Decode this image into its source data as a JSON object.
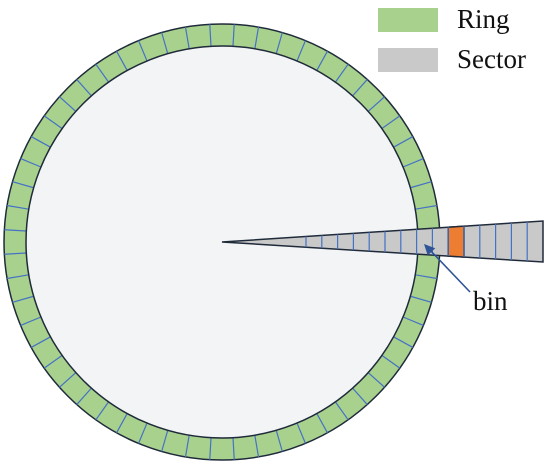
{
  "legend": {
    "items": [
      {
        "label": "Ring",
        "color": "#a9d18e"
      },
      {
        "label": "Sector",
        "color": "#c9c9c9"
      }
    ]
  },
  "annotation": {
    "bin_label": "bin"
  },
  "colors": {
    "disk_fill": "#f3f4f5",
    "outline": "#1f2a3a",
    "ring_fill": "#a9d18e",
    "ring_divider": "#4472c4",
    "sector_fill": "#c9c9c9",
    "bin_fill": "#ed7d31",
    "arrow": "#2f5597"
  },
  "diagram": {
    "ring_segment_count": 56,
    "sector_bin_count": 15,
    "highlighted_bin_index": 9
  }
}
